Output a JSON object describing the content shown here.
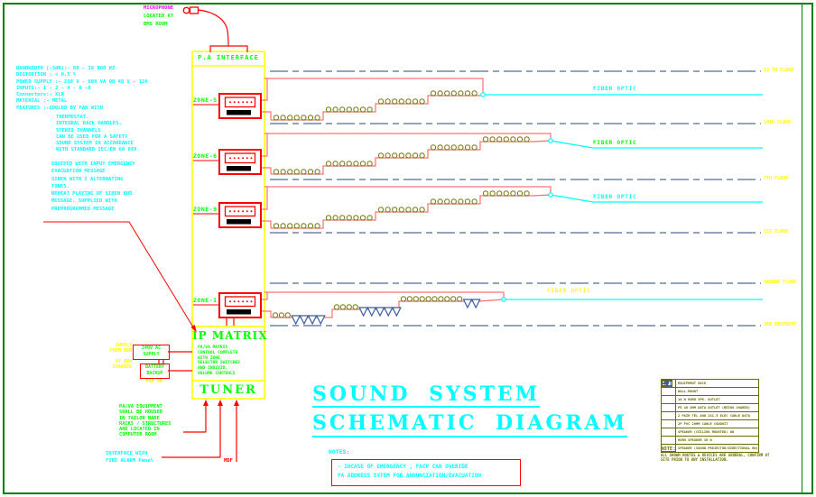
{
  "drawing_title": {
    "line1": "SOUND  SYSTEM",
    "line2": "SCHEMATIC  DIAGRAM"
  },
  "colors": {
    "cyan": "#00ffff",
    "green": "#00ff00",
    "yellow": "#ffff00",
    "red": "#ff0000",
    "cascade_pink": "#ff7070",
    "floor_line": "#4f6e96",
    "speaker_olive": "#7d7d1e",
    "horn_blue": "#3a5f9e",
    "legend_olive": "#6b6b00",
    "frame_green": "#008000",
    "magenta": "#ff00ff"
  },
  "microphone": {
    "label": "MICROPHONE",
    "location_lines": [
      "LOCATED AT",
      "BMS ROOM"
    ]
  },
  "amplifier_specs": {
    "block1": [
      "BANDWIDTH (-3dB):- 60 - 18 000 HZ",
      "DISTORTION : < 0,5 %",
      "POWER SUPPLY :- 230 V - 600 VA  OR  48 V - 12A",
      "INPUTS:- 1 - 2 - 4 - 6 -8",
      "Connectors:- XLR",
      "MATERIAL :- METAL",
      "FEATURES :-COOLED BY FAN WITH"
    ],
    "block2": [
      "THERMOSTAT.",
      "INTEGRAL RACK HANDLES.",
      "STEREO CHANNELS",
      "CAN BE USED FOR A SAFETY",
      "SOUND SYSTEM IN ACCORDANCE",
      "WITH STANDARD IEC/EN 60 849."
    ],
    "block3": [
      "EQUIPED WITH INPUT EMERGENCY",
      "EVACUATION MESSAGE",
      "SIREN WITH 2 ALTERNATING",
      "TONES.",
      "REPEAT PLAYING OF SIREN AND",
      "MESSAGE. SUPPLIED WITH",
      "PREPROGRAMMED MESSAGE"
    ]
  },
  "pa_interface_label": "P.A INTERFACE",
  "zones": [
    {
      "label": "ZONE-5",
      "fiber_label": "FIBER OPTIC",
      "fiber_label_color": "#00ffff"
    },
    {
      "label": "ZONE-6",
      "fiber_label": "FIBER OPTIC",
      "fiber_label_color": "#00ff00"
    },
    {
      "label": "ZONE-9",
      "fiber_label": "FIBER OPTIC",
      "fiber_label_color": "#00ffff"
    },
    {
      "label": "ZONE-1",
      "fiber_label": "FIBER OPTIC",
      "fiber_label_color": "#ffff00"
    }
  ],
  "floors": [
    "13 TH FLOOR",
    "10TH FLOOR",
    "7TH FLOOR",
    "1ST FLOOR",
    "GROUND  FLOOR",
    "3RD BASEMENT"
  ],
  "ip_matrix": {
    "title": "IP MATRIX",
    "description_lines": [
      "PA/VA MATRIX",
      "CONTROL COMPLETE",
      "WITH ZONE",
      "SELECTOR SWITCHES",
      "AND INDIVID.",
      "VOLUME CONTROLS"
    ],
    "tuner_label": "TUNER"
  },
  "power": {
    "supply_note_lines": [
      "SUPPLY",
      "FROM MDB"
    ],
    "ac_box_lines": [
      "240V AC",
      "SUPPLY"
    ],
    "charger_note_lines": [
      "BY OWN",
      "CHARGER"
    ],
    "battery_box_lines": [
      "BATTERY",
      "BACKUP"
    ],
    "duration_note": "FOR 2H"
  },
  "equipment_note_lines": [
    "PA/VA EQUIPMENT",
    "SHALL BE HOUSED",
    "IN TAILOR MADE",
    "RACKS / STRUCTURES",
    "AND LOCATED IN",
    "COMPUTER ROOM"
  ],
  "fire_alarm_interface_lines": [
    "INTERFACE WITH",
    "FIRE ALARM Panel"
  ],
  "mdf_label": "MDF",
  "notes": {
    "heading": "NOTES:",
    "lines": [
      "-  INCASE OF EMERGENCY , FACP CAN OVERIDE",
      "   PA ADDRESS SYTEM FOR ANNUNCIATION/EVACUATION"
    ]
  },
  "legend": {
    "rows": [
      {
        "icon": "equipment-rack-icon",
        "text": "EQUIPMENT RACK"
      },
      {
        "icon": "wall-speaker-icon",
        "text": "WALL MOUNT"
      },
      {
        "icon": "horn-outlet-icon",
        "text": "10 W HORN SPK. OUTLET"
      },
      {
        "icon": "data-outlet-icon",
        "text": "PE 40 OHM DATA OUTLET (BEING SHARED)"
      },
      {
        "icon": "tel-cable-icon",
        "text": "2 PAIR TEL AND 2X1.5 ELEC CABLE DATA"
      },
      {
        "icon": "pvc-conduit-icon",
        "text": "2P PVC 20MM CABLE CONDUIT"
      },
      {
        "icon": "ceiling-speaker-icon",
        "text": "SPEAKER (CEILING MOUNTED) 6W"
      },
      {
        "icon": "horn-speaker-icon",
        "text": "HORN SPEAKER  30 W"
      },
      {
        "icon": "projector-speaker-icon",
        "text": "SPEAKER (SOUND PROJECTOR/DIRECTIONAL 6W)"
      }
    ],
    "note_heading": "NOTE:",
    "note_lines": [
      "ALL SHOWN ROUTES & DEVICES ARE GENERAL, CONFIRM AT",
      "SITE PRIOR TO ANY INSTALLATION."
    ]
  }
}
